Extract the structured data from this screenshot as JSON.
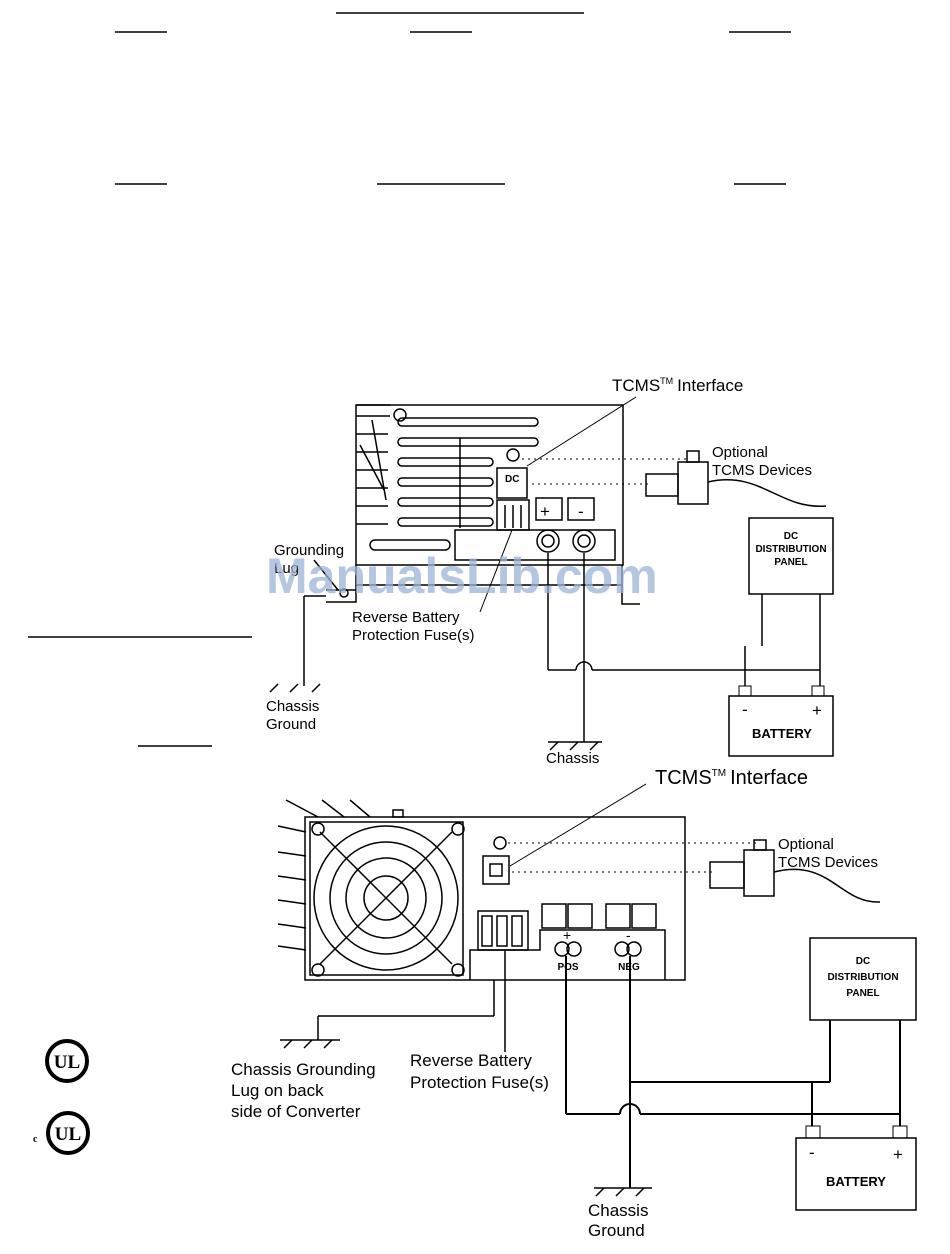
{
  "watermark": "ManualsLib.com",
  "diagram_top": {
    "tcms_interface": "TCMS",
    "tcms_tm": "TM",
    "tcms_interface_suffix": "Interface",
    "optional_line1": "Optional",
    "optional_line2": "TCMS Devices",
    "dc_panel_line1": "DC",
    "dc_panel_line2": "DISTRIBUTION",
    "dc_panel_line3": "PANEL",
    "battery": "BATTERY",
    "battery_minus": "-",
    "battery_plus": "+",
    "terminal_plus": "+",
    "terminal_minus": "-",
    "grounding_line1": "Grounding",
    "grounding_line2": "Lug",
    "fuse_line1": "Reverse Battery",
    "fuse_line2": "Protection Fuse(s)",
    "chassis_ground_line1": "Chassis",
    "chassis_ground_line2": "Ground",
    "chassis": "Chassis"
  },
  "diagram_bottom": {
    "tcms_interface": "TCMS",
    "tcms_tm": "TM",
    "tcms_interface_suffix": "Interface",
    "optional_line1": "Optional",
    "optional_line2": "TCMS Devices",
    "dc_panel_line1": "DC",
    "dc_panel_line2": "DISTRIBUTION",
    "dc_panel_line3": "PANEL",
    "battery": "BATTERY",
    "battery_minus": "-",
    "battery_plus": "+",
    "pos": "POS",
    "neg": "NEG",
    "pos_sign": "+",
    "neg_sign": "-",
    "grounding_line1": "Chassis Grounding",
    "grounding_line2": "Lug on back",
    "grounding_line3": "side of Converter",
    "fuse_line1": "Reverse Battery",
    "fuse_line2": "Protection Fuse(s)",
    "chassis_ground_line1": "Chassis",
    "chassis_ground_line2": "Ground"
  },
  "logos": {
    "ul_logo_1": "UL",
    "ul_logo_2": "UL",
    "ul_logo_2_prefix": "c"
  }
}
